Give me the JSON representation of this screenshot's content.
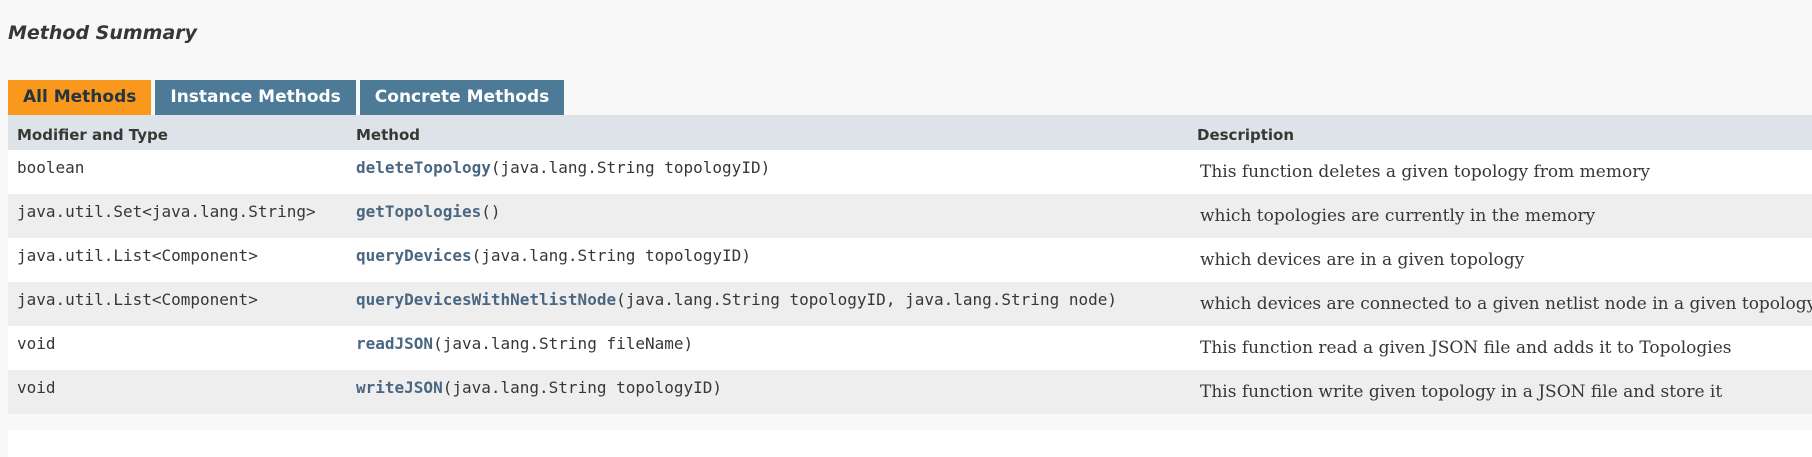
{
  "summary": {
    "title": "Method Summary",
    "tabs": [
      {
        "label": "All Methods",
        "active": true
      },
      {
        "label": "Instance Methods",
        "active": false
      },
      {
        "label": "Concrete Methods",
        "active": false
      }
    ],
    "columns": {
      "modifier": "Modifier and Type",
      "method": "Method",
      "description": "Description"
    },
    "rows": [
      {
        "type": "boolean",
        "name": "deleteTopology",
        "params": "(java.lang.String topologyID)",
        "desc": "This function deletes a given topology from memory"
      },
      {
        "type": "java.util.Set<java.lang.String>",
        "name": "getTopologies",
        "params": "()",
        "desc": "which topologies are currently in the memory"
      },
      {
        "type": "java.util.List<Component>",
        "name": "queryDevices",
        "params": "(java.lang.String topologyID)",
        "desc": "which devices are in a given topology"
      },
      {
        "type": "java.util.List<Component>",
        "name": "queryDevicesWithNetlistNode",
        "params": "(java.lang.String topologyID, java.lang.String node)",
        "desc": "which devices are connected to a given netlist node in a given topology"
      },
      {
        "type": "void",
        "name": "readJSON",
        "params": "(java.lang.String fileName)",
        "desc": "This function read a given JSON file and adds it to Topologies"
      },
      {
        "type": "void",
        "name": "writeJSON",
        "params": "(java.lang.String topologyID)",
        "desc": "This function write given topology in a JSON file and store it"
      }
    ]
  },
  "colors": {
    "active_tab": "#f8981d",
    "inactive_tab": "#4d7a97",
    "header_bg": "#dee3e9",
    "alt_row": "#eeeeef",
    "link": "#4a6782"
  }
}
